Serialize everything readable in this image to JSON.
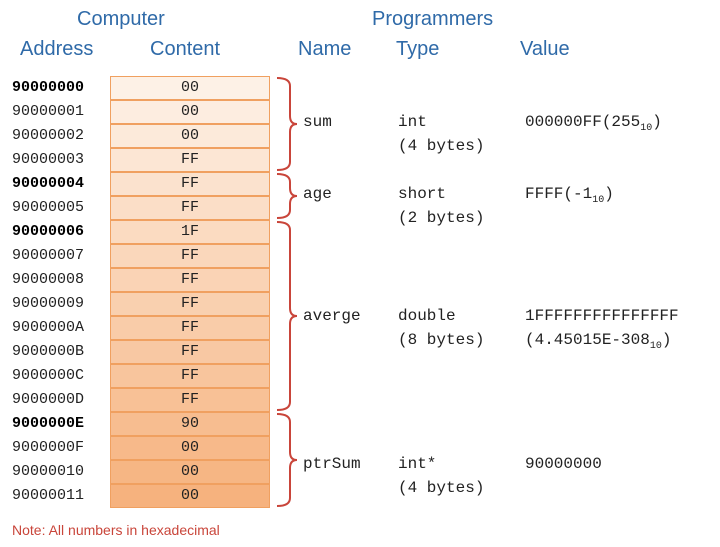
{
  "headers": {
    "computer": "Computer",
    "programmers": "Programmers",
    "address": "Address",
    "content": "Content",
    "name": "Name",
    "type": "Type",
    "value": "Value"
  },
  "memory": [
    {
      "address": "90000000",
      "content": "00",
      "bold": true
    },
    {
      "address": "90000001",
      "content": "00",
      "bold": false
    },
    {
      "address": "90000002",
      "content": "00",
      "bold": false
    },
    {
      "address": "90000003",
      "content": "FF",
      "bold": false
    },
    {
      "address": "90000004",
      "content": "FF",
      "bold": true
    },
    {
      "address": "90000005",
      "content": "FF",
      "bold": false
    },
    {
      "address": "90000006",
      "content": "1F",
      "bold": true
    },
    {
      "address": "90000007",
      "content": "FF",
      "bold": false
    },
    {
      "address": "90000008",
      "content": "FF",
      "bold": false
    },
    {
      "address": "90000009",
      "content": "FF",
      "bold": false
    },
    {
      "address": "9000000A",
      "content": "FF",
      "bold": false
    },
    {
      "address": "9000000B",
      "content": "FF",
      "bold": false
    },
    {
      "address": "9000000C",
      "content": "FF",
      "bold": false
    },
    {
      "address": "9000000D",
      "content": "FF",
      "bold": false
    },
    {
      "address": "9000000E",
      "content": "90",
      "bold": true
    },
    {
      "address": "9000000F",
      "content": "00",
      "bold": false
    },
    {
      "address": "90000010",
      "content": "00",
      "bold": false
    },
    {
      "address": "90000011",
      "content": "00",
      "bold": false
    }
  ],
  "variables": [
    {
      "name": "sum",
      "type": "int",
      "size": "(4 bytes)",
      "value": "000000FF(255",
      "value_sub": "10",
      "value_end": ")",
      "value2": "",
      "value2_sub": "",
      "value2_end": ""
    },
    {
      "name": "age",
      "type": "short",
      "size": "(2 bytes)",
      "value": "FFFF(-1",
      "value_sub": "10",
      "value_end": ")",
      "value2": "",
      "value2_sub": "",
      "value2_end": ""
    },
    {
      "name": "averge",
      "type": "double",
      "size": "(8 bytes)",
      "value": "1FFFFFFFFFFFFFFF",
      "value_sub": "",
      "value_end": "",
      "value2": "(4.45015E-308",
      "value2_sub": "10",
      "value2_end": ")"
    },
    {
      "name": "ptrSum",
      "type": "int*",
      "size": "(4 bytes)",
      "value": "90000000",
      "value_sub": "",
      "value_end": "",
      "value2": "",
      "value2_sub": "",
      "value2_end": ""
    }
  ],
  "note": "Note: All numbers in hexadecimal",
  "colors": {
    "header": "#2f6aa8",
    "brace": "#c9453a",
    "cell_top": "#fdf1e6",
    "cell_bottom": "#f6b27e",
    "note": "#c9453a"
  }
}
